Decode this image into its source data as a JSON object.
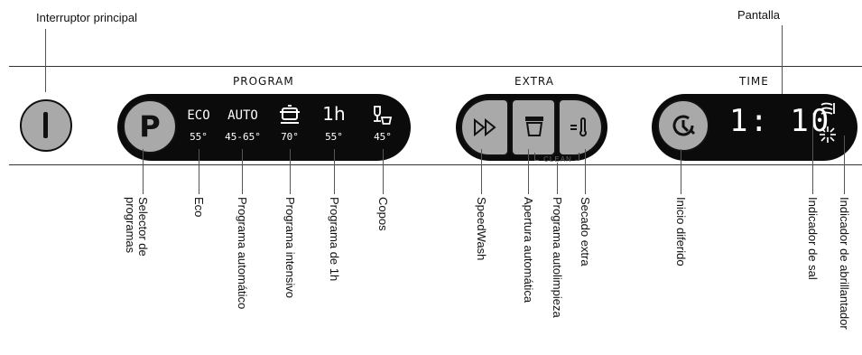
{
  "top_labels": {
    "main_switch": "Interruptor principal",
    "display": "Pantalla"
  },
  "sections": {
    "program": "PROGRAM",
    "extra": "EXTRA",
    "time": "TIME"
  },
  "panel": {
    "power_symbol": "I",
    "program_button": "P",
    "programs": [
      {
        "name": "ECO",
        "temp": "55°",
        "icon": "eco-text"
      },
      {
        "name": "AUTO",
        "temp": "45-65°",
        "icon": "auto-text"
      },
      {
        "name": "",
        "temp": "70°",
        "icon": "pot-icon"
      },
      {
        "name": "1h",
        "temp": "55°",
        "icon": "one-hour-text"
      },
      {
        "name": "",
        "temp": "45°",
        "icon": "glass-icon"
      }
    ],
    "extra_buttons": [
      "speedwash-icon",
      "auto-door-icon",
      "extra-dry-icon"
    ],
    "clean_label": "CLEAN",
    "time_display": "1: 10",
    "indicators": [
      "salt-icon",
      "rinse-aid-icon"
    ]
  },
  "bottom_labels": {
    "selector": "Selector de\nprogramas",
    "eco": "Eco",
    "auto": "Programa automático",
    "intensive": "Programa intensivo",
    "one_hour": "Programa de 1h",
    "glasses": "Copos",
    "speedwash": "SpeedWash",
    "auto_open": "Apertura automática",
    "self_clean": "Programa autolimpieza",
    "extra_dry": "Secado extra",
    "delay_start": "Inicio diferido",
    "salt": "Indicador de sal",
    "rinse_aid": "Indicador de abrillantador"
  },
  "colors": {
    "panel_black": "#0b0b0b",
    "button_gray": "#a9a9a9",
    "line": "#333333"
  }
}
